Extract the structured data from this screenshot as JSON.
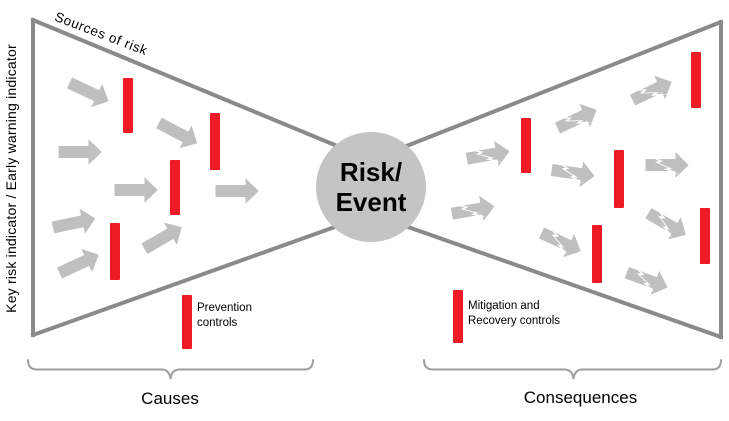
{
  "colors": {
    "barrier_red": "#ED1C24",
    "outline_gray": "#8A8A8A",
    "node_gray": "#C4C4C4",
    "arrow_gray": "#BFBFBF",
    "brace_gray": "#9E9E9E",
    "text_black": "#000000"
  },
  "labels": {
    "left_axis": "Key risk indicator / Early warning indicator",
    "sources": "Sources of risk",
    "event_line1": "Risk/",
    "event_line2": "Event",
    "prevention_line1": "Prevention",
    "prevention_line2": "controls",
    "mitigation_line1": "Mitigation and",
    "mitigation_line2": "Recovery controls",
    "causes": "Causes",
    "consequences": "Consequences"
  },
  "shapes": {
    "left_cause_arrows": 8,
    "left_barrier_bars": 4,
    "right_consequence_arrows": 9,
    "right_barrier_bars": 5
  }
}
